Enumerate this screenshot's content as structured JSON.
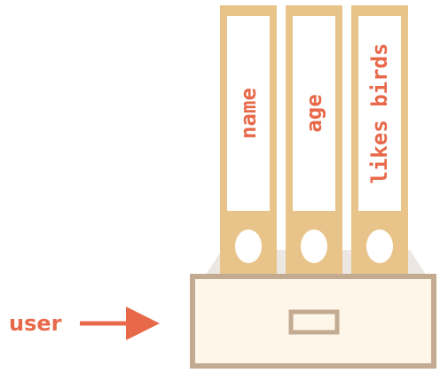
{
  "binders": [
    {
      "label": "name"
    },
    {
      "label": "age"
    },
    {
      "label": "likes birds"
    }
  ],
  "user_label": "user",
  "colors": {
    "binder": "#e8c48a",
    "binder_inner": "#ffffff",
    "label": "#e8694a",
    "box_border": "#c3ab92",
    "box_fill": "#fdf6e9",
    "box_shadow": "#ece7e2",
    "arrow": "#e8694a"
  }
}
